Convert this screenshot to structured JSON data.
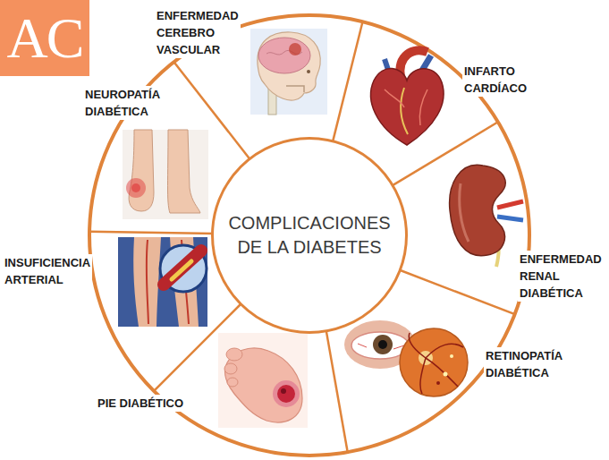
{
  "diagram": {
    "nodes": [
      {
        "text": [
          "AC"
        ]
      },
      {
        "text": [
          "COMPLICACIONES DE LA DIABETES"
        ]
      }
    ],
    "labels": [
      "ENFERMEDAD CEREBRO VASCULAR",
      "INFARTO CARDÍACO",
      "ENFERMEDAD RENAL DIABÉTICA",
      "RETINOPATÍA DIABÉTICA",
      "PIE DIABÉTICO",
      "INSUFICIENCIA ARTERIAL",
      "NEUROPATÍA DIABÉTICA"
    ]
  }
}
